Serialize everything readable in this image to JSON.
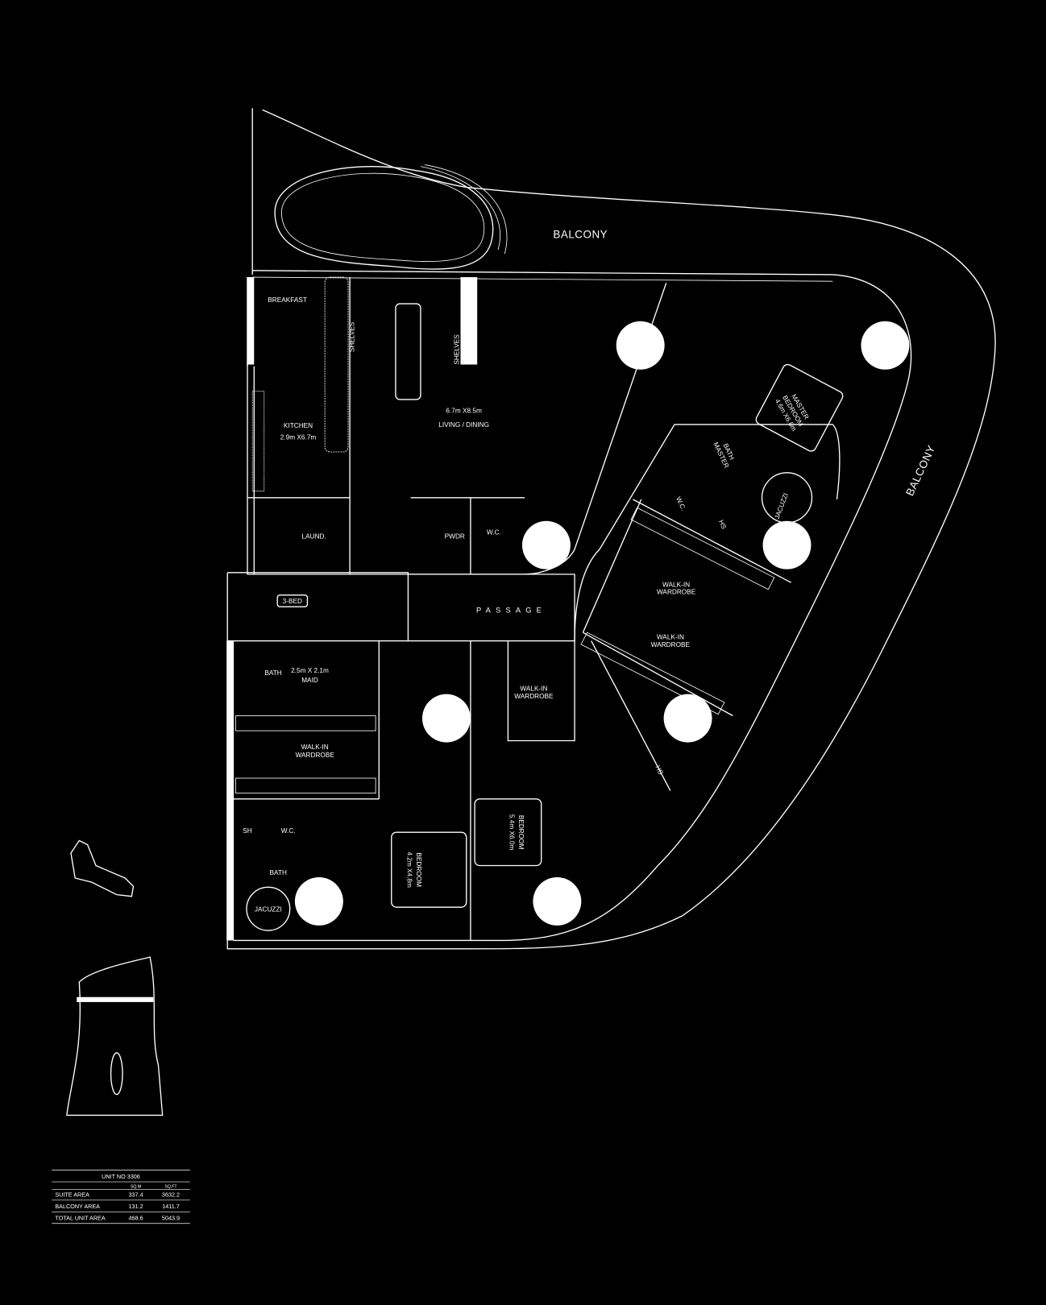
{
  "plan": {
    "balcony_top": "BALCONY",
    "balcony_right": "BALCONY",
    "breakfast": "BREAKFAST",
    "shelves_1": "SHELVES",
    "shelves_2": "SHELVES",
    "kitchen": {
      "name": "KITCHEN",
      "size": "2.9m X6.7m"
    },
    "living": {
      "name": "LIVING / DINING",
      "size": "6.7m X8.5m"
    },
    "master_bedroom": {
      "name1": "MASTER",
      "name2": "BEDROOM",
      "size": "4.6m X6.8m"
    },
    "bath_master": {
      "l1": "BATH",
      "l2": "MASTER"
    },
    "master_wc": "W.C.",
    "master_hs": "HS",
    "master_jacuzzi": "JACUZZI",
    "laundry": "LAUND.",
    "powder": "PWDR",
    "powder_wc": "W.C.",
    "unit_type": "3-BED",
    "passage": "PASSAGE",
    "walkin_1": {
      "l1": "WALK-IN",
      "l2": "WARDROBE"
    },
    "walkin_2": {
      "l1": "WALK-IN",
      "l2": "WARDROBE"
    },
    "walkin_3": {
      "l1": "WALK-IN",
      "l2": "WARDROBE"
    },
    "walkin_4": {
      "l1": "WALK-IN",
      "l2": "WARDROBE"
    },
    "maid_bath": "BATH",
    "maid": {
      "size": "2.5m X 2.1m",
      "name": "MAID"
    },
    "hs_2": "HS",
    "sh": "SH",
    "wc_3": "W.C.",
    "bath_3": "BATH",
    "jacuzzi_3": "JACUZZI",
    "bedroom_2": {
      "name": "BEDROOM",
      "size": "4.2m X4.8m"
    },
    "bedroom_3": {
      "name": "BEDROOM",
      "size": "5.4m X6.0m"
    }
  },
  "area_table": {
    "title": "UNIT NO 3306",
    "columns": [
      "SQ.M",
      "SQ.FT"
    ],
    "rows": [
      {
        "label": "SUITE AREA",
        "sqm": "337.4",
        "sqft": "3632.2"
      },
      {
        "label": "BALCONY AREA",
        "sqm": "131.2",
        "sqft": "1411.7"
      },
      {
        "label": "TOTAL UNIT AREA",
        "sqm": "468.6",
        "sqft": "5043.9"
      }
    ]
  }
}
